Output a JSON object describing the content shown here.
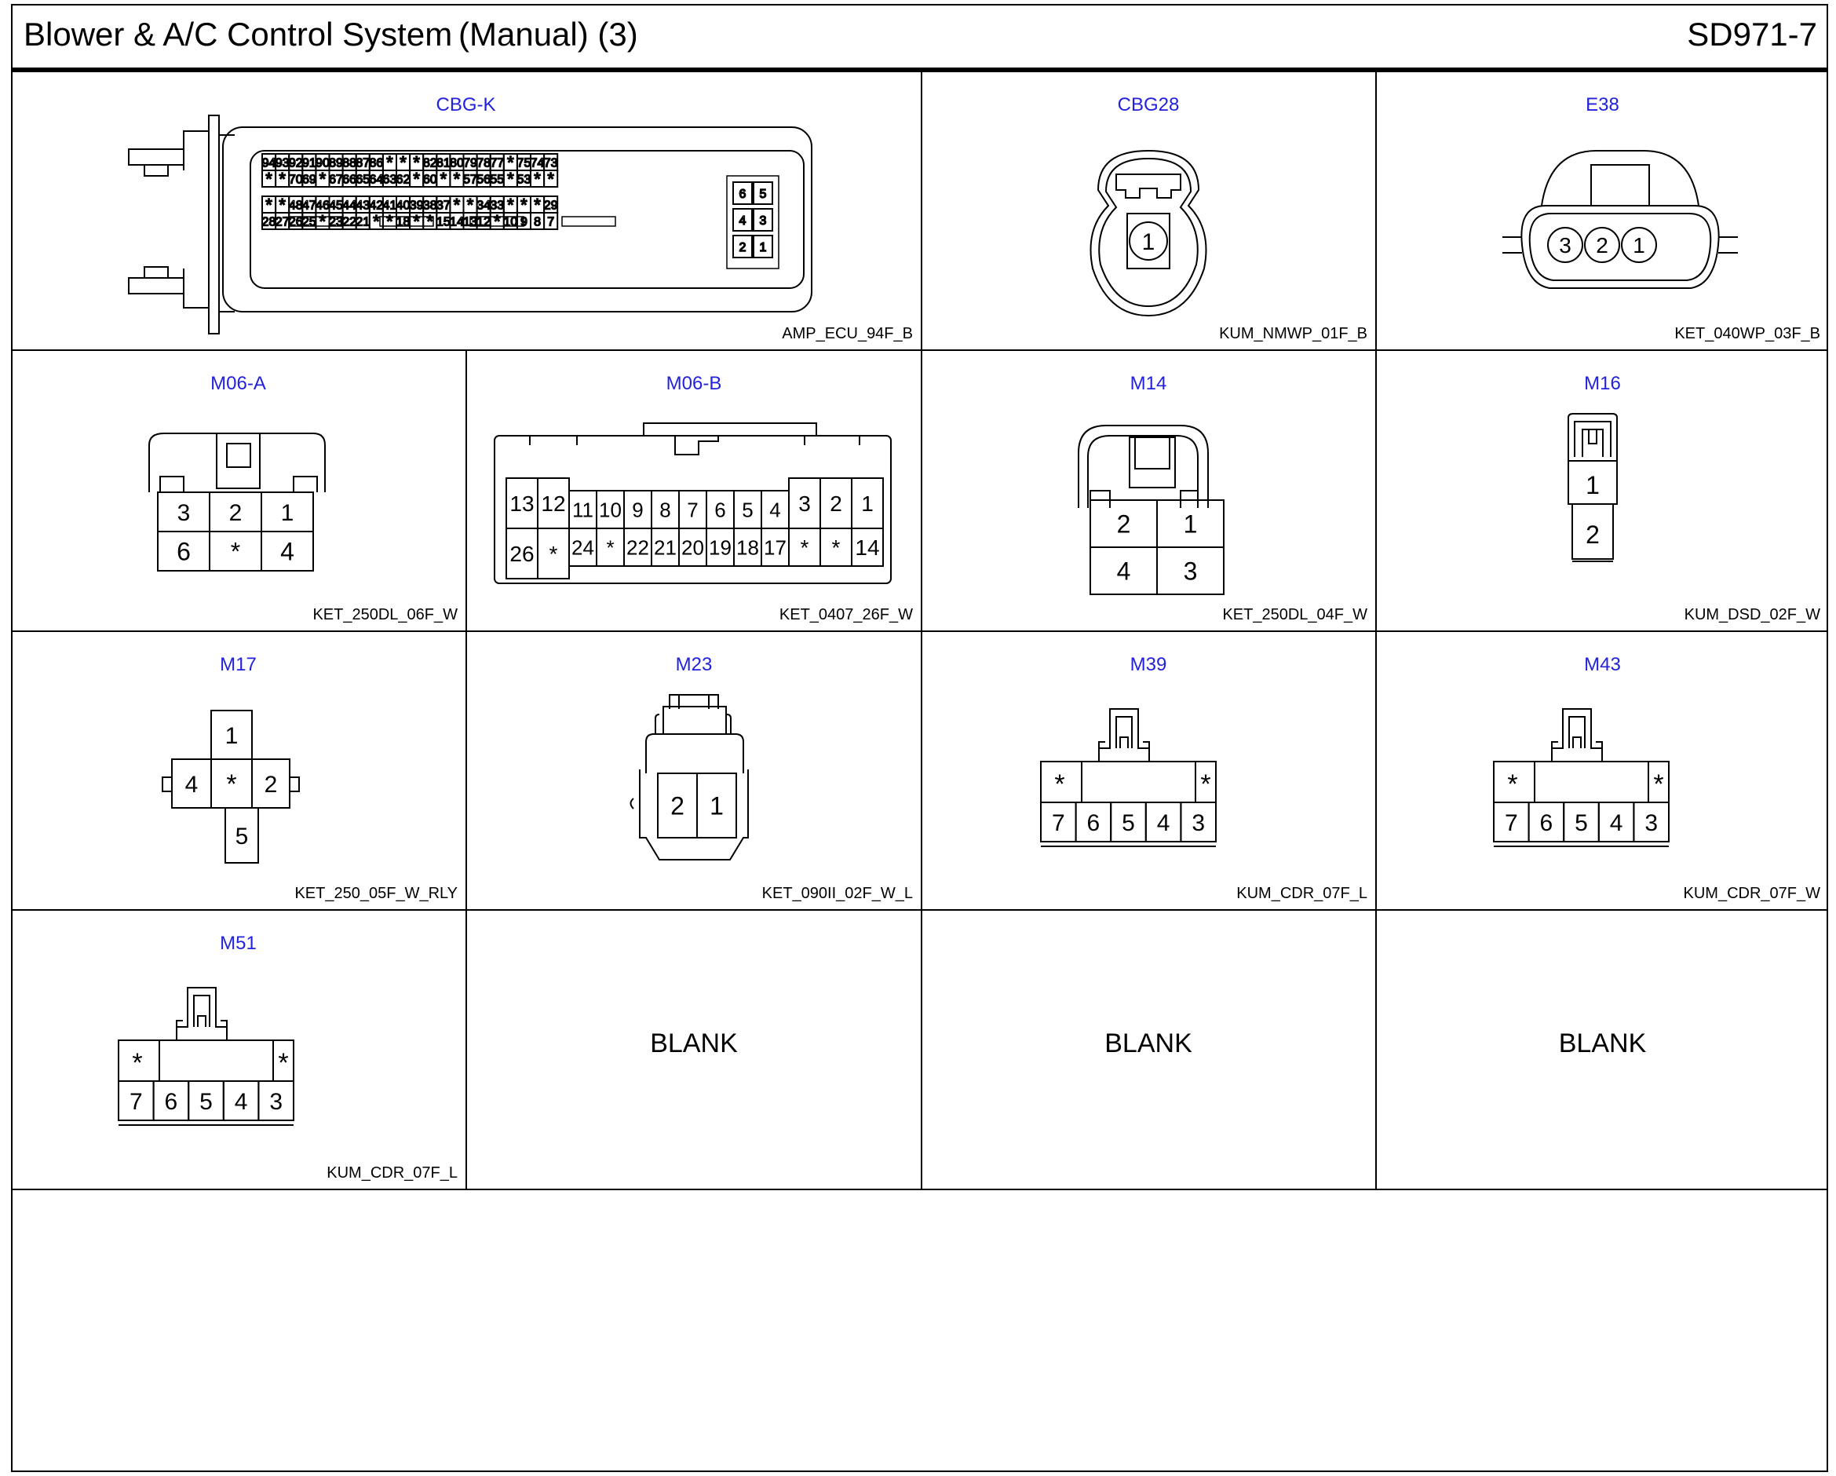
{
  "header": {
    "title": "Blower & A/C Control System",
    "subtitle": "(Manual) (3)",
    "code": "SD971-7"
  },
  "connectors": [
    {
      "name": "CBG-K",
      "type": "AMP_ECU_94F_B"
    },
    {
      "name": "CBG28",
      "type": "KUM_NMWP_01F_B"
    },
    {
      "name": "E38",
      "type": "KET_040WP_03F_B"
    },
    {
      "name": "M06-A",
      "type": "KET_250DL_06F_W"
    },
    {
      "name": "M06-B",
      "type": "KET_0407_26F_W"
    },
    {
      "name": "M14",
      "type": "KET_250DL_04F_W"
    },
    {
      "name": "M16",
      "type": "KUM_DSD_02F_W"
    },
    {
      "name": "M17",
      "type": "KET_250_05F_W_RLY"
    },
    {
      "name": "M23",
      "type": "KET_090II_02F_W_L"
    },
    {
      "name": "M39",
      "type": "KUM_CDR_07F_L"
    },
    {
      "name": "M43",
      "type": "KUM_CDR_07F_W"
    },
    {
      "name": "M51",
      "type": "KUM_CDR_07F_L"
    }
  ],
  "blanks": [
    "BLANK",
    "BLANK",
    "BLANK"
  ],
  "pins": {
    "cbgk_row1": [
      "94",
      "93",
      "92",
      "91",
      "90",
      "89",
      "88",
      "87",
      "86",
      "*",
      "*",
      "*",
      "82",
      "81",
      "80",
      "79",
      "78",
      "77",
      "*",
      "75",
      "74",
      "73"
    ],
    "cbgk_row2": [
      "*",
      "*",
      "70",
      "69",
      "*",
      "67",
      "66",
      "65",
      "64",
      "63",
      "62",
      "*",
      "60",
      "*",
      "*",
      "57",
      "56",
      "55",
      "*",
      "53",
      "*",
      "*"
    ],
    "cbgk_row3": [
      "*",
      "*",
      "48",
      "47",
      "46",
      "45",
      "44",
      "43",
      "42",
      "41",
      "40",
      "39",
      "38",
      "37",
      "*",
      "*",
      "34",
      "33",
      "*",
      "*",
      "*",
      "29"
    ],
    "cbgk_row4": [
      "28",
      "27",
      "26",
      "25",
      "*",
      "23",
      "22",
      "21",
      "*",
      "*",
      "18",
      "*",
      "*",
      "15",
      "14",
      "13",
      "12",
      "*",
      "10",
      "9",
      "8",
      "7"
    ],
    "cbgk_side": [
      "6",
      "5",
      "4",
      "3",
      "2",
      "1"
    ],
    "cbg28": [
      "1"
    ],
    "e38": [
      "3",
      "2",
      "1"
    ],
    "m06a_row1": [
      "3",
      "2",
      "1"
    ],
    "m06a_row2": [
      "6",
      "*",
      "4"
    ],
    "m06b_left": [
      "13",
      "12",
      "26",
      "*"
    ],
    "m06b_mid_top": [
      "11",
      "10",
      "9",
      "8",
      "7",
      "6",
      "5",
      "4"
    ],
    "m06b_mid_bot": [
      "24",
      "*",
      "22",
      "21",
      "20",
      "19",
      "18",
      "17"
    ],
    "m06b_right_top": [
      "3",
      "2",
      "1"
    ],
    "m06b_right_bot": [
      "*",
      "*",
      "14"
    ],
    "m14": [
      "2",
      "1",
      "4",
      "3"
    ],
    "m16": [
      "1",
      "2"
    ],
    "m17": [
      "1",
      "4",
      "*",
      "2",
      "5"
    ],
    "m23": [
      "2",
      "1"
    ],
    "cdr_top": [
      "*",
      "*"
    ],
    "cdr_bottom": [
      "7",
      "6",
      "5",
      "4",
      "3"
    ]
  }
}
